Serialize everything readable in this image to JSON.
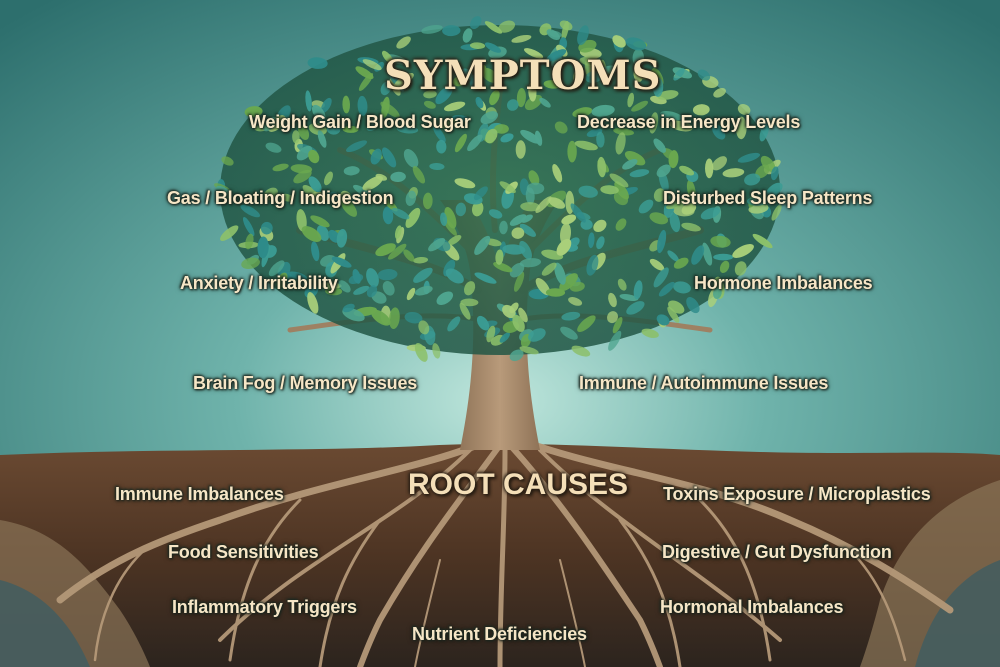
{
  "titles": {
    "symptoms": "SYMPTOMS",
    "root_causes": "ROOT CAUSES"
  },
  "symptoms": [
    "Weight Gain / Blood Sugar",
    "Decrease in Energy Levels",
    "Gas / Bloating / Indigestion",
    "Disturbed Sleep Patterns",
    "Anxiety / Irritability",
    "Hormone Imbalances",
    "Brain Fog / Memory Issues",
    "Immune / Autoimmune Issues"
  ],
  "root_causes": [
    "Immune Imbalances",
    "Toxins Exposure / Microplastics",
    "Food Sensitivities",
    "Digestive / Gut Dysfunction",
    "Inflammatory Triggers",
    "Hormonal Imbalances",
    "Nutrient Deficiencies"
  ],
  "colors": {
    "sky": "#3f8a88",
    "glow": "#bfe6dc",
    "soil": "#5a3d2a",
    "trunk": "#a7886a",
    "leaf_green": "#6aa84f",
    "leaf_teal": "#2f8c8a",
    "label_text": "#f6e6c6"
  }
}
